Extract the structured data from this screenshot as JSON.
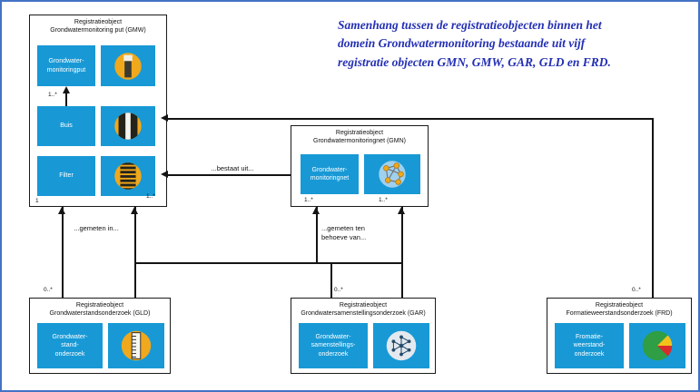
{
  "caption": {
    "color": "#2430b4",
    "lines": [
      "Samenhang tussen de registratieobjecten binnen het",
      "domein Grondwatermonitoring bestaande uit vijf",
      "registratie objecten GMN, GMW, GAR, GLD en FRD."
    ]
  },
  "colors": {
    "frame_border": "#4472c4",
    "entity_blue": "#1899d6",
    "icon_yellow": "#f0a81c",
    "line": "#141414"
  },
  "icons": {
    "gmw_put": "well-icon",
    "buis": "tube-icon",
    "filter": "filter-screen-icon",
    "gmn": "network-icon",
    "gld": "water-level-gauge-icon",
    "gar": "molecule-icon",
    "frd": "formation-resistance-icon"
  },
  "gmw": {
    "title": "Registratieobject\nGrondwatermonitoring put (GMW)",
    "put_label": "Grondwater-\nmonitoringput",
    "buis_label": "Buis",
    "filter_label": "Filter",
    "mult_put_buis": "1..*",
    "mult_right": "1..*",
    "mult_bottom": "1"
  },
  "gmn": {
    "title": "Registratieobject\nGrondwatermonitoringnet (GMN)",
    "label": "Grondwater-\nmonitoringnet",
    "mult_left": "1..*",
    "mult_right": "1..*"
  },
  "gld": {
    "title": "Registratieobject\nGrondwaterstandsonderzoek (GLD)",
    "label": "Grondwater-\nstand-\nonderzoek",
    "mult_top": "0..*"
  },
  "gar": {
    "title": "Registratieobject\nGrondwatersamenstellingsonderzoek (GAR)",
    "label": "Grondwater-\nsamenstellings-\nonderzoek",
    "mult_top": "0..*"
  },
  "frd": {
    "title": "Registratieobject\nFormatieweerstandsonderzoek (FRD)",
    "label": "Fromatie-\nweerstand-\nonderzoek",
    "mult_top": "0..*"
  },
  "relations": {
    "bestaat_uit": "...bestaat uit...",
    "gemeten_in": "...gemeten in...",
    "gemeten_tbv": "...gemeten ten\nbehoeve van..."
  }
}
